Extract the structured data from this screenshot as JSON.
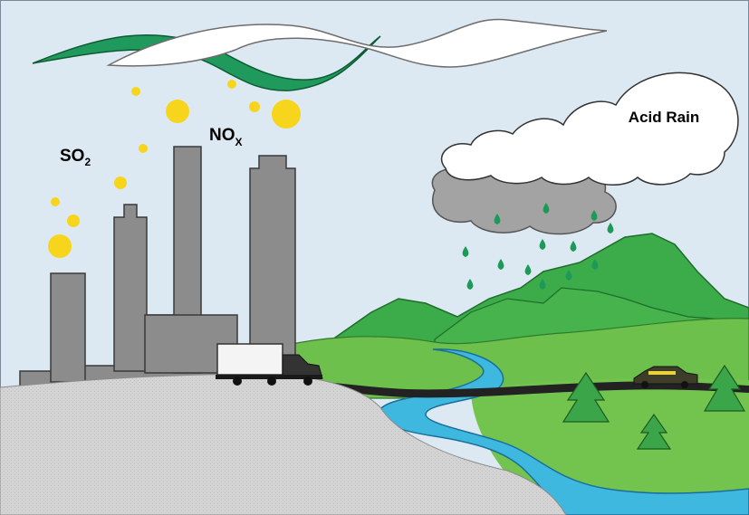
{
  "labels": {
    "so2_main": "SO",
    "so2_sub": "2",
    "nox_main": "NO",
    "nox_sub": "X",
    "cloud_text": "Acid Rain"
  },
  "colors": {
    "sky": "#dde9f2",
    "smoke_green": "#1f9a5c",
    "smoke_white": "#ffffff",
    "pollutant_yellow": "#f7d51c",
    "building_gray": "#8c8c8c",
    "rain_cloud_gray": "#a3a3a3",
    "raindrop_green": "#1d9a58",
    "mountain_green": "#3cab4a",
    "field_green": "#6ec04c",
    "river_blue": "#3fb8e0",
    "ground_gray": "#d2d2d2"
  }
}
